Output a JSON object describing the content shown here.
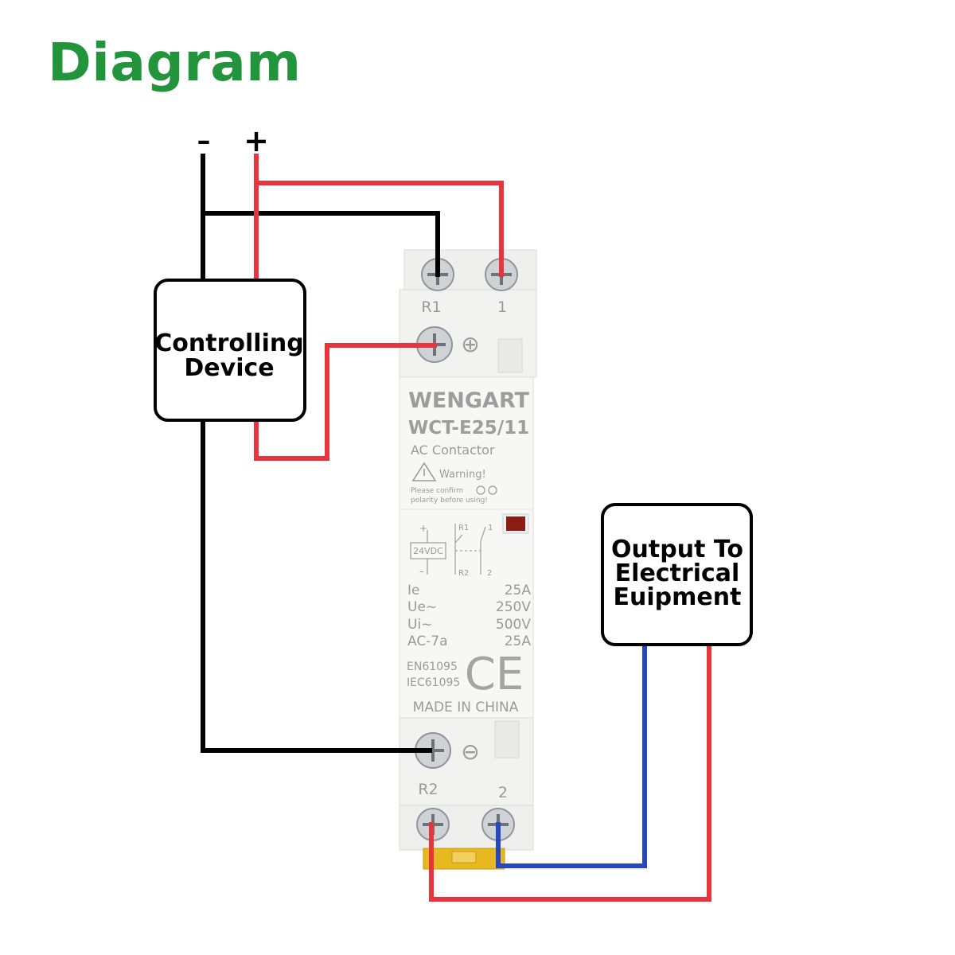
{
  "title": "Diagram",
  "colors": {
    "title": "#21943c",
    "positive_wire": "#e8343c",
    "negative_wire": "#000000",
    "output_wire_blue": "#2647c2",
    "device_body": "#f4f4f2",
    "clip": "#e8b820",
    "indicator": "#8a1c14"
  },
  "polarity": {
    "negative": "–",
    "positive": "+"
  },
  "controlling_device": {
    "line1": "Controlling",
    "line2": "Device"
  },
  "output_box": {
    "line1": "Output To",
    "line2": "Electrical",
    "line3": "Euipment"
  },
  "contactor": {
    "brand": "WENGART",
    "model": "WCT-E25/11",
    "type": "AC Contactor",
    "warning": "Warning!",
    "confirm_line1": "Please confirm",
    "confirm_line2": "polarity before using!",
    "terminal_top_left": "R1",
    "terminal_top_right": "1",
    "terminal_bottom_left": "R2",
    "terminal_bottom_right": "2",
    "coil_plus_symbol": "⊕",
    "coil_minus_symbol": "⊖",
    "schematic": {
      "plus": "+",
      "minus": "–",
      "coil": "24VDC",
      "r1": "R1",
      "r2": "R2",
      "one": "1",
      "two": "2"
    },
    "specs": [
      {
        "label": "Ie",
        "value": "25A"
      },
      {
        "label": "Ue~",
        "value": "250V"
      },
      {
        "label": "Ui~",
        "value": "500V"
      },
      {
        "label": "AC-7a",
        "value": "25A"
      }
    ],
    "standard1": "EN61095",
    "standard2": "IEC61095",
    "ce_mark": "CE",
    "origin": "MADE IN CHINA"
  }
}
